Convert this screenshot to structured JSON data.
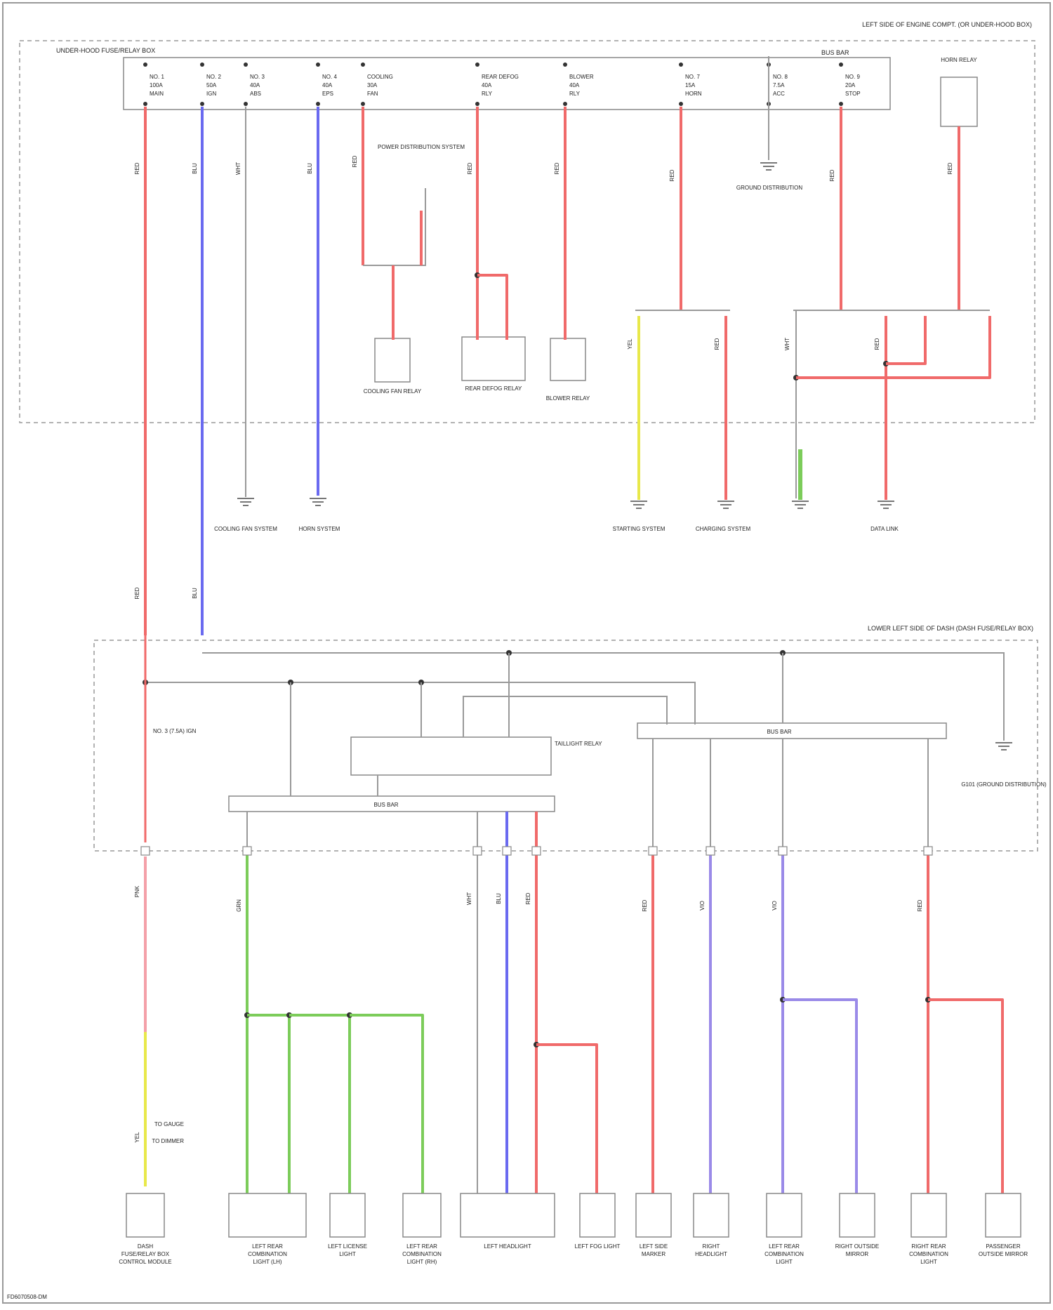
{
  "source_tag": "FD6070508-DM",
  "regions": {
    "engine_compartment": "LEFT SIDE OF ENGINE COMPT. (OR UNDER-HOOD BOX)",
    "dash_fuse_box": "LOWER LEFT SIDE OF DASH (DASH FUSE/RELAY BOX)",
    "underhood_fuse_relay": "UNDER-HOOD FUSE/RELAY BOX"
  },
  "fuses_top": [
    {
      "id": "F1",
      "name": "NO. 1",
      "rating": "100A",
      "note": "MAIN"
    },
    {
      "id": "F2",
      "name": "NO. 2",
      "rating": "50A",
      "note": "IGN"
    },
    {
      "id": "F3",
      "name": "NO. 3",
      "rating": "40A",
      "note": "ABS"
    },
    {
      "id": "F4",
      "name": "NO. 4",
      "rating": "40A",
      "note": "EPS"
    },
    {
      "id": "F5",
      "name": "COOLING",
      "rating": "30A",
      "note": "FAN"
    },
    {
      "id": "F6",
      "name": "REAR DEFOG",
      "rating": "40A",
      "note": "RLY"
    },
    {
      "id": "F7",
      "name": "BLOWER",
      "rating": "40A",
      "note": "RLY"
    },
    {
      "id": "F8",
      "name": "NO. 7",
      "rating": "15A",
      "note": "HORN"
    },
    {
      "id": "F9",
      "name": "NO. 8",
      "rating": "7.5A",
      "note": "ACC"
    },
    {
      "id": "F10",
      "name": "NO. 9",
      "rating": "20A",
      "note": "STOP"
    }
  ],
  "bus_label": "BUS BAR",
  "horn_relay": "HORN RELAY",
  "relays_top": [
    {
      "id": "R1",
      "label": "COOLING FAN RELAY"
    },
    {
      "id": "R2",
      "label": "REAR DEFOG RELAY"
    },
    {
      "id": "R3",
      "label": "BLOWER RELAY"
    }
  ],
  "reference_notes": [
    {
      "id": "N1",
      "text": "POWER DISTRIBUTION SYSTEM"
    },
    {
      "id": "N2",
      "text": "GROUND DISTRIBUTION"
    },
    {
      "id": "N3",
      "text": "COOLING FAN SYSTEM"
    },
    {
      "id": "N4",
      "text": "HORN SYSTEM"
    },
    {
      "id": "N5",
      "text": "STARTING SYSTEM"
    },
    {
      "id": "N6",
      "text": "CHARGING SYSTEM"
    },
    {
      "id": "N7",
      "text": "DATA LINK"
    }
  ],
  "wire_labels": {
    "red": "RED",
    "blue": "BLU",
    "white": "WHT",
    "yellow": "YEL",
    "green": "GRN",
    "violet": "VIO",
    "pink": "PNK"
  },
  "middle_labels": {
    "fuse_mid": "NO. 3 (7.5A) IGN",
    "relay_group": "TAILLIGHT RELAY",
    "bus_a": "BUS BAR",
    "bus_b": "BUS BAR",
    "ground_ref": "G101 (GROUND DISTRIBUTION)"
  },
  "left_inputs": [
    {
      "id": "L1",
      "text": "TO GAUGE"
    },
    {
      "id": "L2",
      "text": "TO DIMMER"
    }
  ],
  "components_bottom": [
    {
      "id": "C1",
      "label": "DASH FUSE/RELAY BOX CONTROL MODULE"
    },
    {
      "id": "C2",
      "label": "LEFT REAR COMBINATION LIGHT (LH)"
    },
    {
      "id": "C3",
      "label": "LEFT LICENSE LIGHT"
    },
    {
      "id": "C4",
      "label": "LEFT REAR COMBINATION LIGHT (RH)"
    },
    {
      "id": "C5",
      "label": "LEFT HEADLIGHT"
    },
    {
      "id": "C6",
      "label": "LEFT FOG LIGHT"
    },
    {
      "id": "C7",
      "label": "LEFT SIDE MARKER"
    },
    {
      "id": "C8",
      "label": "RIGHT HEADLIGHT"
    },
    {
      "id": "C9",
      "label": "LEFT REAR COMBINATION LIGHT"
    },
    {
      "id": "C10",
      "label": "RIGHT OUTSIDE MIRROR"
    },
    {
      "id": "C11",
      "label": "RIGHT REAR COMBINATION LIGHT"
    },
    {
      "id": "C12",
      "label": "PASSENGER OUTSIDE MIRROR"
    }
  ],
  "colors": {
    "red": "#f06a6a",
    "pink": "#f4a0a8",
    "blue": "#6a6af0",
    "violet": "#9a8ae8",
    "yellow": "#e8e84a",
    "green": "#7ccc5a",
    "gray": "#9a9a9a"
  }
}
